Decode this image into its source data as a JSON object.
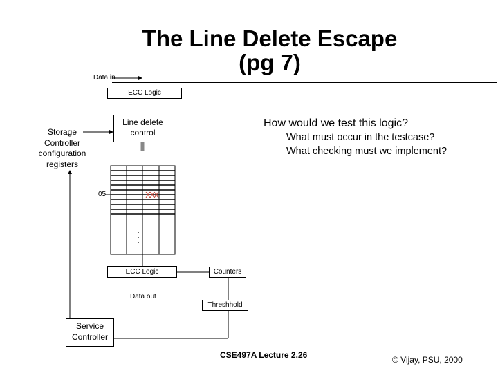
{
  "slide": {
    "title_line1": "The Line Delete Escape",
    "title_line2": "(pg 7)",
    "questions": {
      "main": "How would we test this logic?",
      "sub1": "What must occur in the testcase?",
      "sub2": "What checking must we implement?"
    },
    "footer": {
      "lecture": "CSE497A Lecture 2.26",
      "copyright": "© Vijay, PSU, 2000"
    }
  },
  "diagram": {
    "data_in": "Data in",
    "ecc_logic_top": "ECC Logic",
    "line_delete_control": "Line delete control",
    "storage_controller": [
      "Storage",
      "Controller",
      "configuration",
      "registers"
    ],
    "row_label": "05",
    "ecc_logic_bottom": "ECC Logic",
    "counters": "Counters",
    "data_out": "Data out",
    "threshold": "Threshhold",
    "service_controller": [
      "Service",
      "Controller"
    ]
  }
}
